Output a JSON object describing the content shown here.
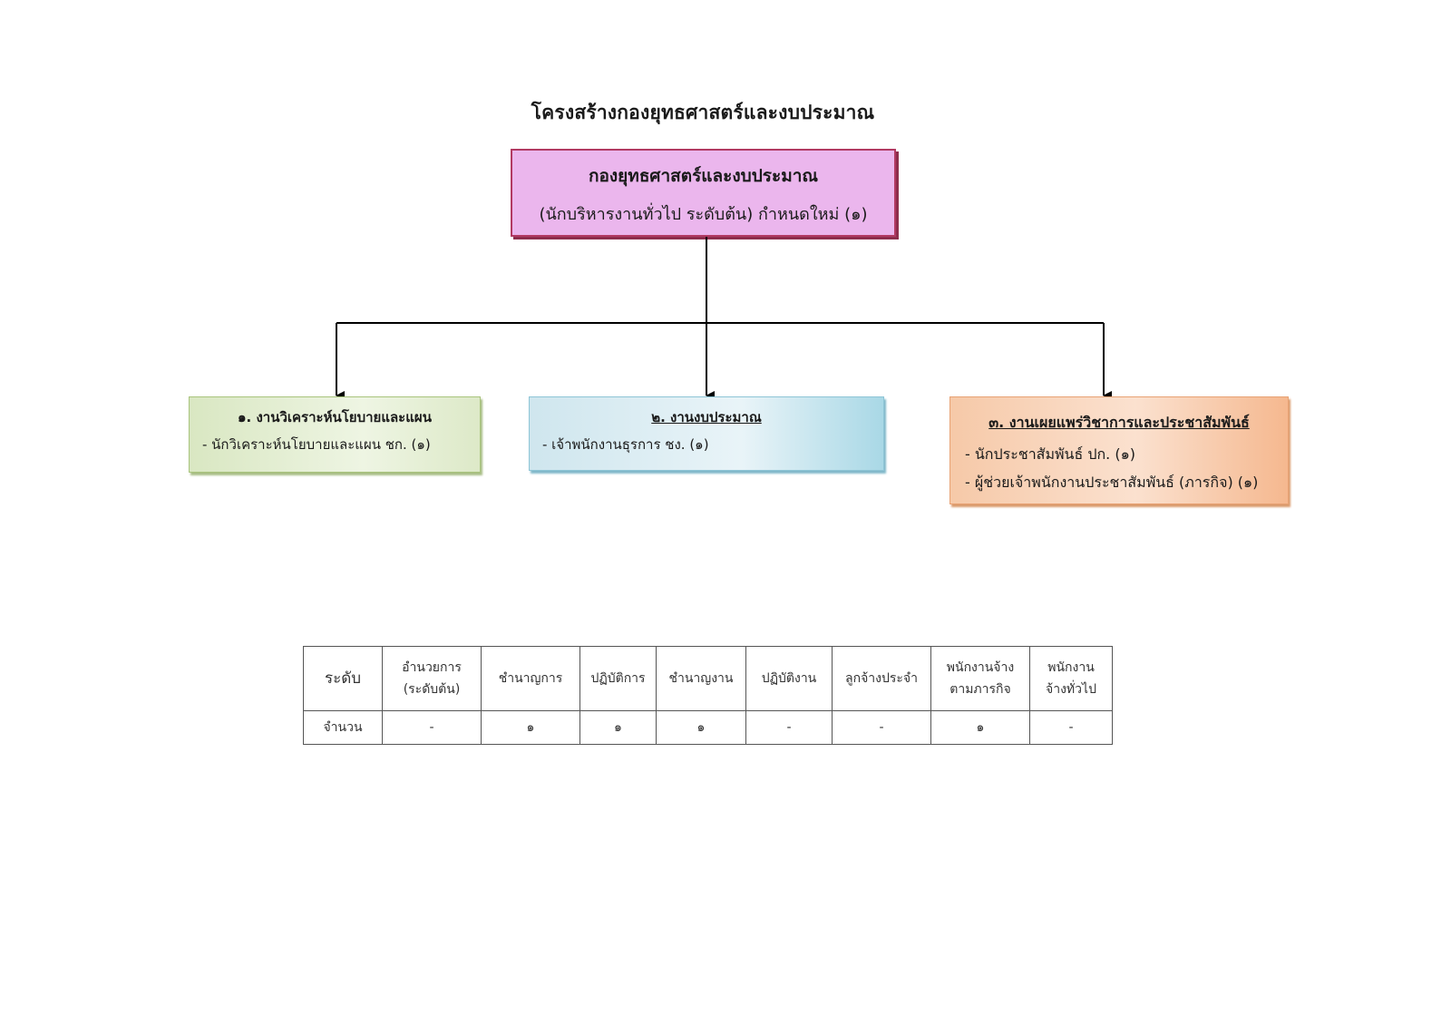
{
  "title": "โครงสร้างกองยุทธศาสตร์และงบประมาณ",
  "top_box": {
    "name": "กองยุทธศาสตร์และงบประมาณ",
    "subtitle": "(นักบริหารงานทั่วไป ระดับต้น) กำหนดใหม่ (๑)"
  },
  "sections": [
    {
      "heading": "๑. งานวิเคราะห์นโยบายและแผน",
      "items": [
        "- นักวิเคราะห์นโยบายและแผน ชก. (๑)"
      ]
    },
    {
      "heading": "๒. งานงบประมาณ",
      "items": [
        "- เจ้าพนักงานธุรการ ชง. (๑)"
      ]
    },
    {
      "heading": "๓. งานเผยแพร่วิชาการและประชาสัมพันธ์",
      "items": [
        "-  นักประชาสัมพันธ์ ปก. (๑)",
        "-  ผู้ช่วยเจ้าพนักงานประชาสัมพันธ์ (ภารกิจ) (๑)"
      ]
    }
  ],
  "table": {
    "row_header_level": "ระดับ",
    "row_header_count": "จำนวน",
    "columns": [
      {
        "line1": "อำนวยการ",
        "line2": "(ระดับต้น)",
        "count": "-"
      },
      {
        "line1": "ชำนาญการ",
        "line2": "",
        "count": "๑"
      },
      {
        "line1": "ปฏิบัติการ",
        "line2": "",
        "count": "๑"
      },
      {
        "line1": "ชำนาญงาน",
        "line2": "",
        "count": "๑"
      },
      {
        "line1": "ปฏิบัติงาน",
        "line2": "",
        "count": "-"
      },
      {
        "line1": "ลูกจ้างประจำ",
        "line2": "",
        "count": "-"
      },
      {
        "line1": "พนักงานจ้าง",
        "line2": "ตามภารกิจ",
        "count": "๑"
      },
      {
        "line1": "พนักงาน",
        "line2": "จ้างทั่วไป",
        "count": "-"
      }
    ]
  },
  "colors": {
    "top_box_fill": "#ebb6ed",
    "top_box_border": "#b23a63",
    "section_1_fill": "#d9e7c2",
    "section_2_fill": "#cfe6ee",
    "section_3_fill": "#f6c9a8",
    "connector": "#000000"
  }
}
